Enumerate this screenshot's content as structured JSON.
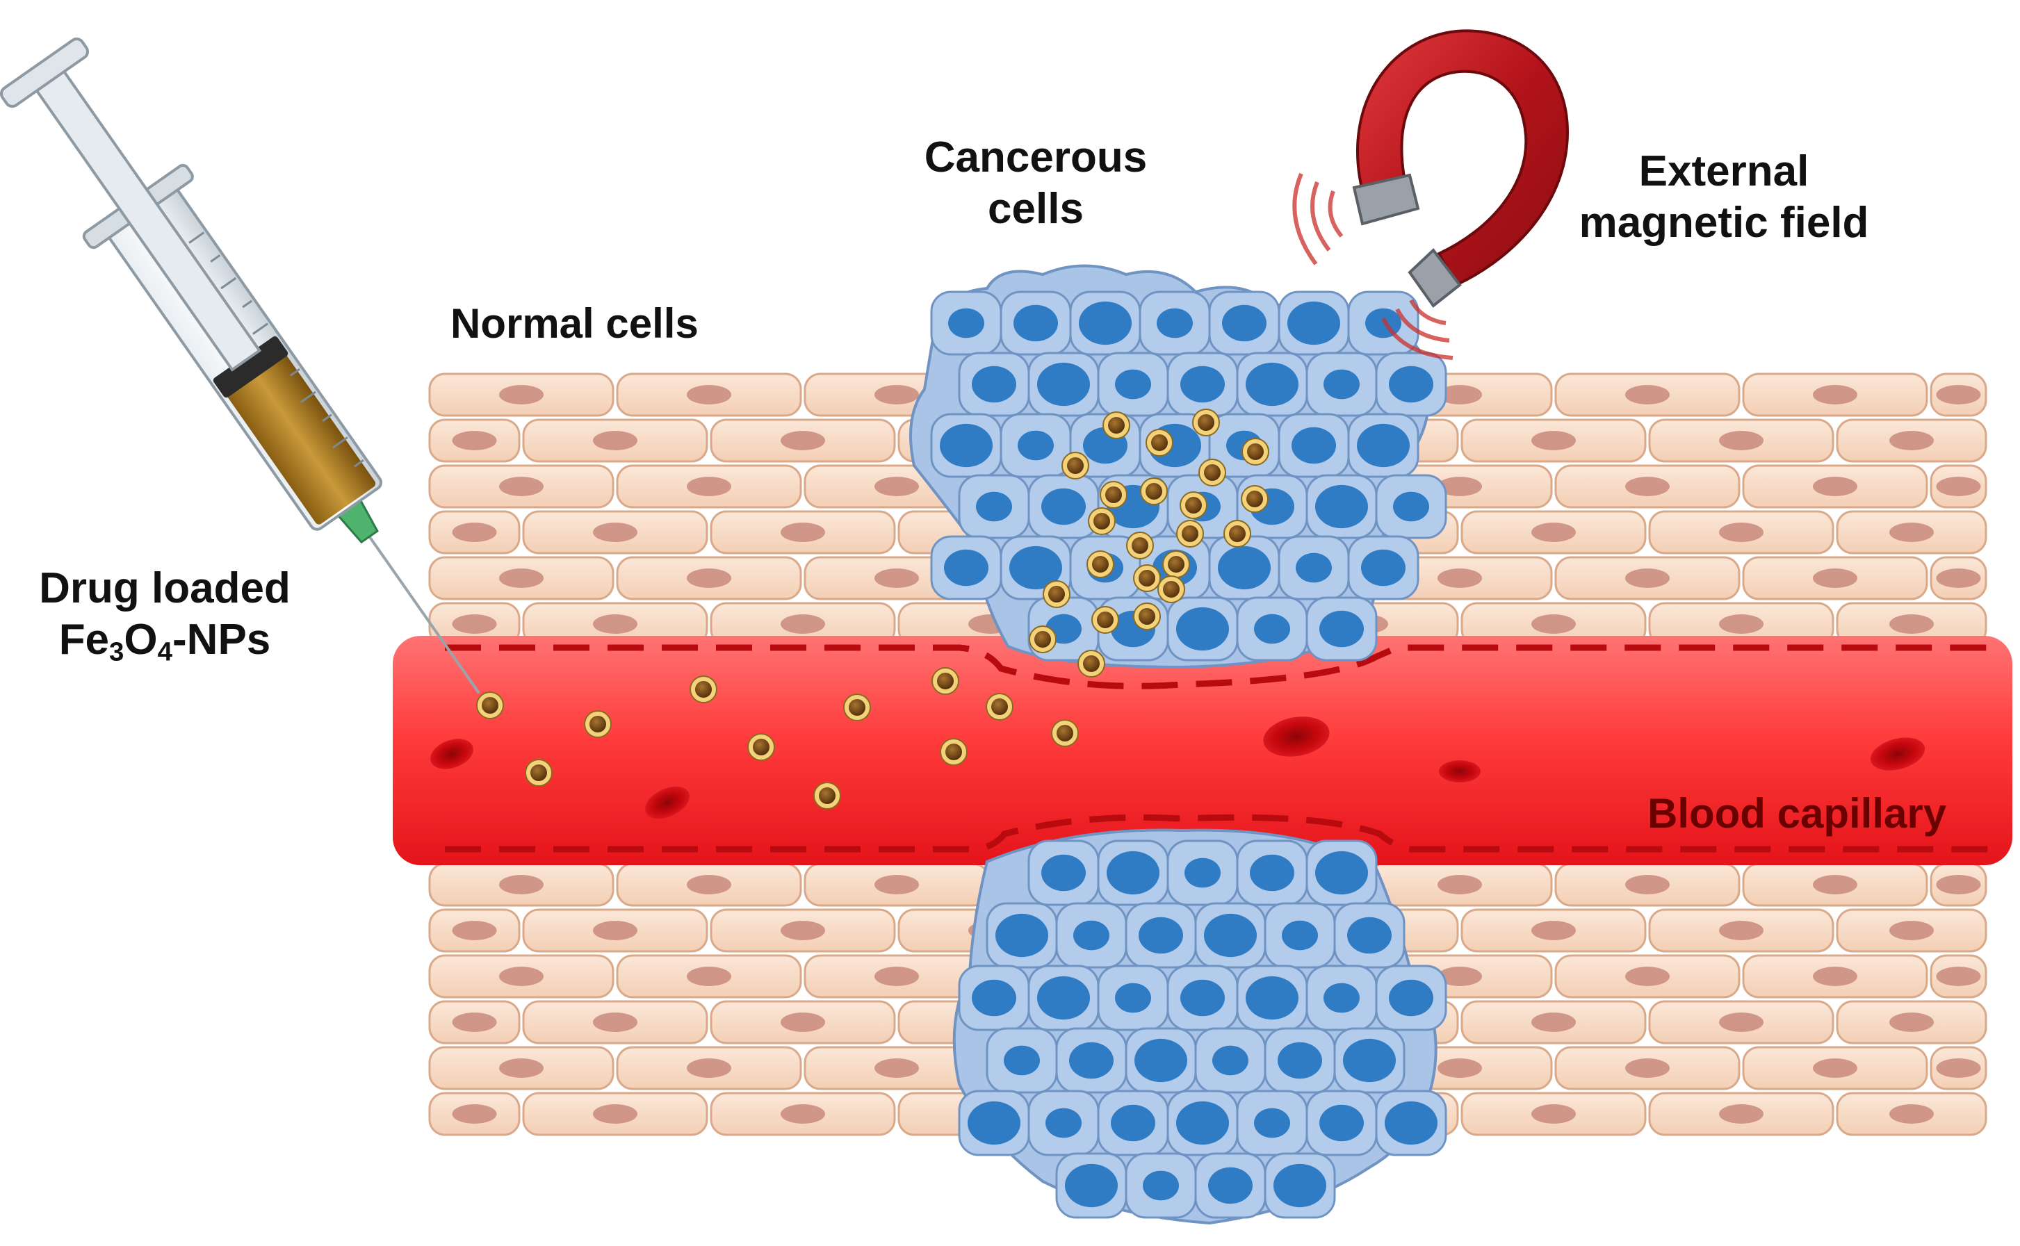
{
  "labels": {
    "normal_cells": "Normal cells",
    "cancerous_cells_line1": "Cancerous",
    "cancerous_cells_line2": "cells",
    "external_field_line1": "External",
    "external_field_line2": "magnetic field",
    "drug_line1": "Drug loaded",
    "drug_line2_prefix": "Fe",
    "drug_line2_sub1": "3",
    "drug_line2_mid": "O",
    "drug_line2_sub2": "4",
    "drug_line2_suffix": "-NPs",
    "blood_capillary": "Blood capillary"
  },
  "colors": {
    "normal_cell_fill": "#f6d9c4",
    "normal_cell_stroke": "#d9a98a",
    "normal_nucleus": "#c98a7c",
    "tumor_fill": "#a9c4e6",
    "tumor_stroke": "#6f93c2",
    "tumor_nucleus": "#2f7cc4",
    "vessel_light": "#ff6a6a",
    "vessel_dark": "#e5171b",
    "vessel_dash": "#b80b10",
    "rbc": "#c4070c",
    "nanoparticle_core": "#7a4a14",
    "nanoparticle_ring": "#f4d27a",
    "magnet_red": "#c0161d",
    "magnet_tip": "#9aa1a8"
  },
  "icons": [
    "syringe-icon",
    "horseshoe-magnet-icon",
    "magnetic-wave-icon",
    "nanoparticle-icon",
    "red-blood-cell-icon"
  ]
}
